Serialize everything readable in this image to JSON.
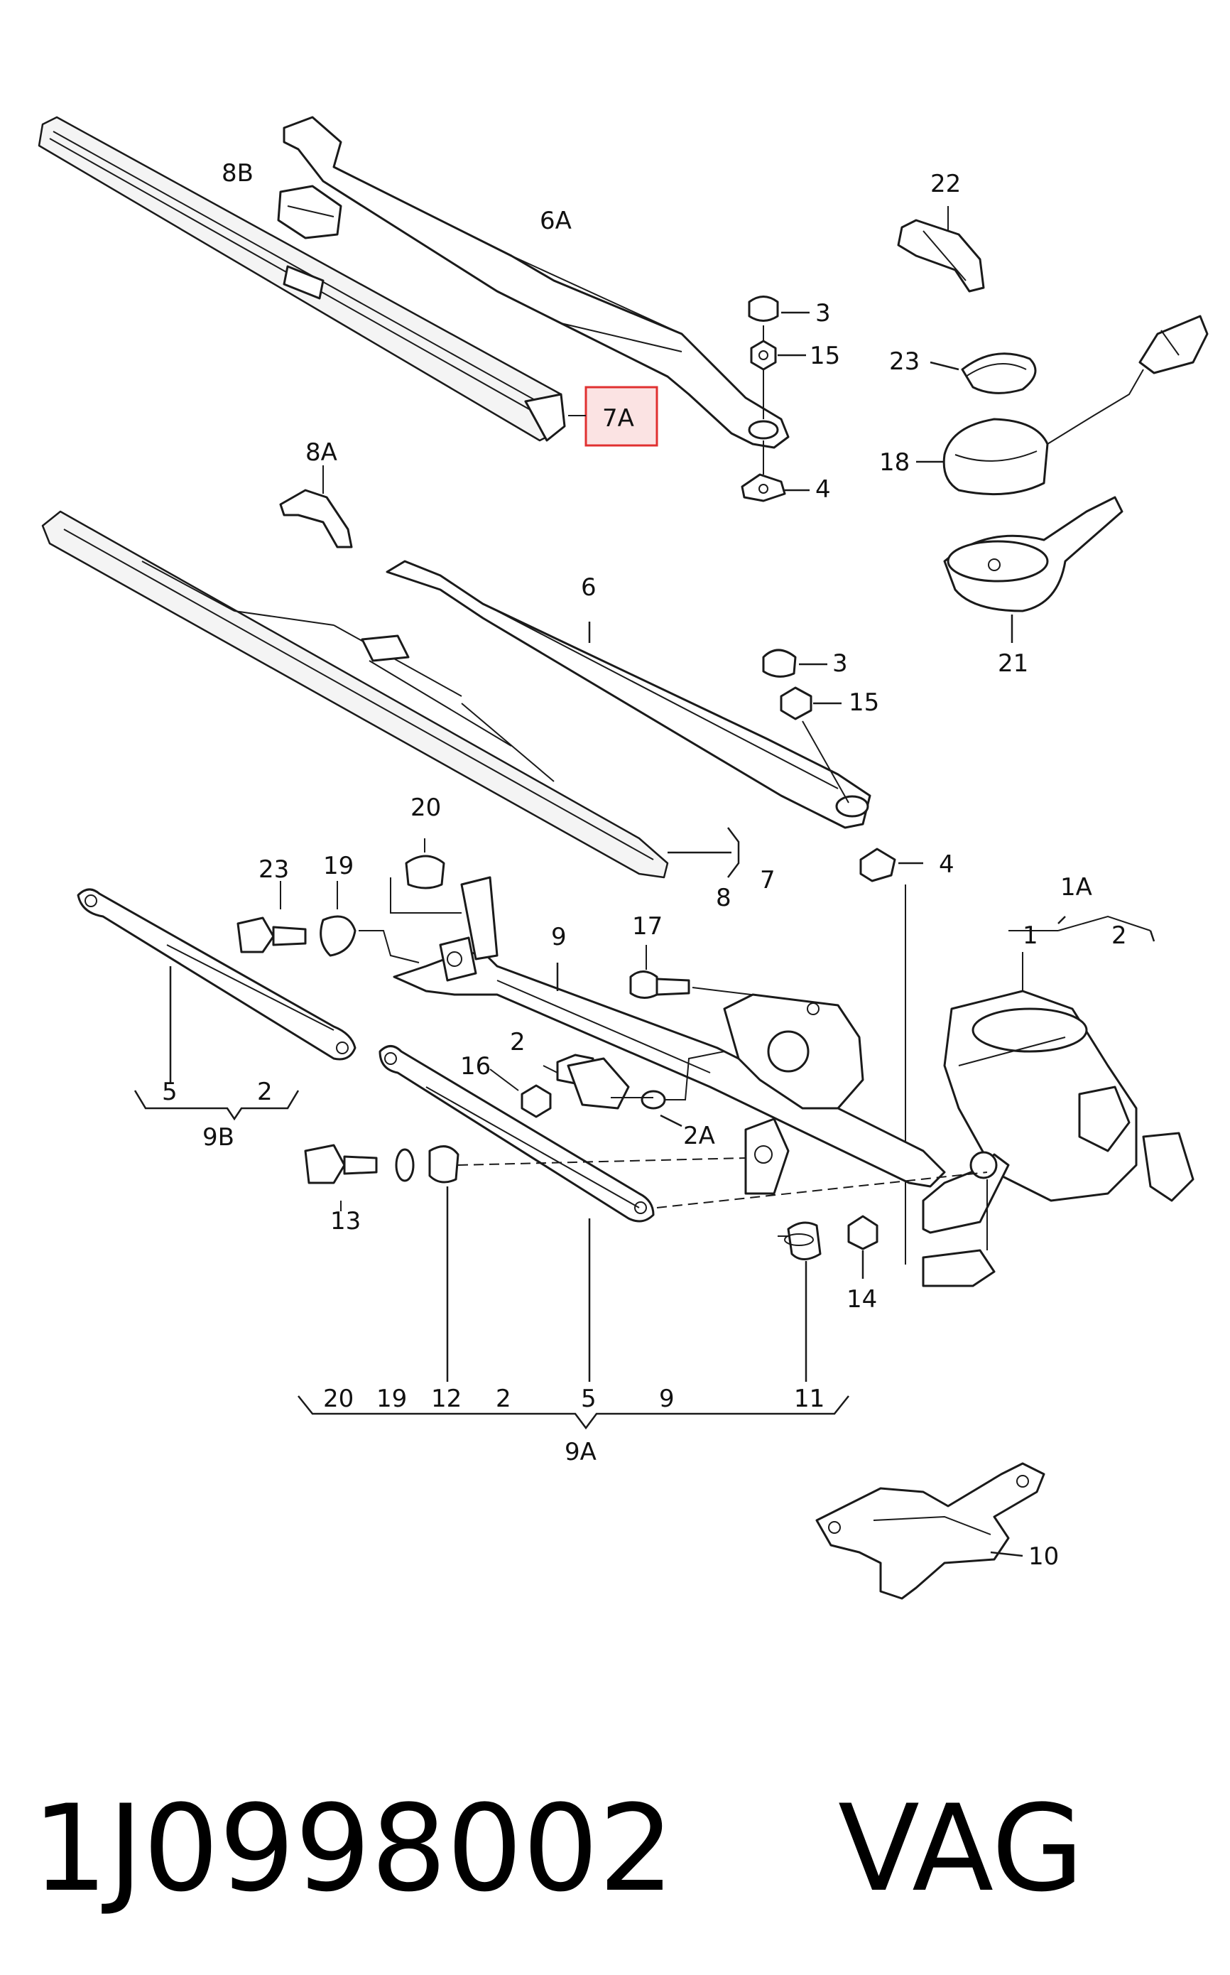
{
  "diagram": {
    "labels": {
      "l3a": "3",
      "l15a": "15",
      "l4a": "4",
      "l6a": "6A",
      "l7a": "7A",
      "l8b": "8B",
      "l22": "22",
      "l23a": "23",
      "l18": "18",
      "l21": "21",
      "l8a": "8A",
      "l6": "6",
      "l3b": "3",
      "l15b": "15",
      "l4b": "4",
      "l7": "7",
      "l8": "8",
      "l20": "20",
      "l23b": "23",
      "l19": "19",
      "l9": "9",
      "l17": "17",
      "l1a": "1A",
      "l1": "1",
      "l2a": "2",
      "l5a": "5",
      "l2b": "2",
      "l9b": "9B",
      "l16": "16",
      "l2c": "2",
      "l2A": "2A",
      "l13": "13",
      "l14": "14",
      "l11": "11",
      "l10": "10",
      "g20": "20",
      "g19": "19",
      "g12": "12",
      "g2": "2",
      "g5": "5",
      "g9": "9",
      "g11": "11",
      "l9a": "9A"
    },
    "highlight_color": "#e03030",
    "highlight_fill": "#fbe3e3"
  },
  "footer": {
    "part_number": "1J0998002",
    "brand": "VAG"
  }
}
